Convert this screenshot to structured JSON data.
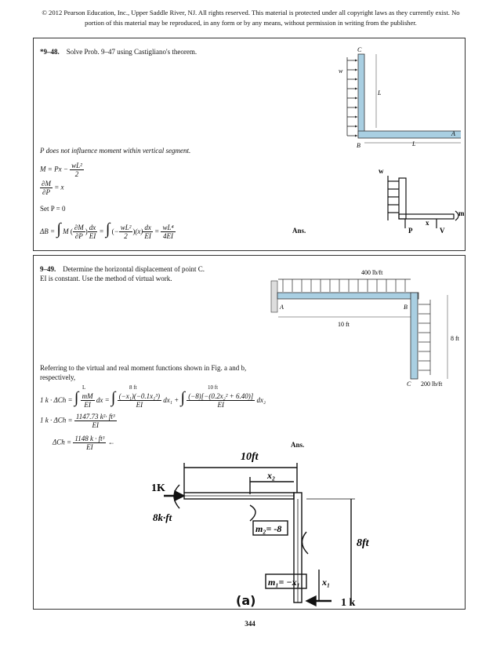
{
  "copyright": "© 2012 Pearson Education, Inc., Upper Saddle River, NJ. All rights reserved. This material is protected under all copyright laws as they currently exist. No portion of this material may be reproduced, in any form or by any means, without permission in writing from the publisher.",
  "p948": {
    "number": "*9–48.",
    "statement": "Solve Prob. 9–47 using Castigliano's theorem.",
    "note": "P does not influence moment within vertical segment.",
    "eq_M_lhs": "M = Px −",
    "eq_M_num": "wL²",
    "eq_M_den": "2",
    "eq_dM_num": "∂M",
    "eq_dM_den": "∂P",
    "eq_dM_rhs": "= x",
    "setP": "Set P = 0",
    "eq_delta_lhs": "ΔB =",
    "eq_delta_int1": "M",
    "eq_delta_mid": "=",
    "eq_delta_res_num": "wL⁴",
    "eq_delta_res_den": "4EI",
    "ans": "Ans.",
    "fig": {
      "label_c": "C",
      "label_w": "w",
      "label_l1": "L",
      "label_a": "A",
      "label_b": "B",
      "label_l2": "L"
    },
    "sketch": {
      "w": "w",
      "x": "x",
      "m": "m",
      "p": "P",
      "v": "V"
    }
  },
  "p949": {
    "number": "9–49.",
    "statement_1": "Determine the horizontal displacement of point C.",
    "statement_2": "EI is constant. Use the method of virtual work.",
    "ref_1": "Referring to the virtual and real moment functions shown in Fig. a and b,",
    "ref_2": "respectively,",
    "eq1_lhs": "1 k · ΔCh =",
    "eq1_int1_num": "mM",
    "eq1_int1_den": "EI",
    "eq1_int1_tail": "dx =",
    "eq1_int2_num": "(−x₁)(−0.1x₁³)",
    "eq1_int2_den": "EI",
    "eq1_int2_tail": "dx₁ +",
    "eq1_int3_num": "(−8)[−(0.2x₂² + 6.40)]",
    "eq1_int3_den": "EI",
    "eq1_int3_tail": "dx₂",
    "eq1_lim1": "L",
    "eq1_lim2": "8 ft",
    "eq1_lim3": "10 ft",
    "eq1_lim0": "0",
    "eq2_lhs": "1 k · ΔCh =",
    "eq2_num": "1147.73 k²· ft³",
    "eq2_den": "EI",
    "eq3_lhs": "ΔCh =",
    "eq3_num": "1148 k · ft³",
    "eq3_den": "EI",
    "eq3_arrow": "←",
    "ans": "Ans.",
    "fig": {
      "load_top": "400 lb/ft",
      "label_a": "A",
      "label_b": "B",
      "len_10": "10 ft",
      "len_8": "8 ft",
      "label_c": "C",
      "load_side": "200 lb/ft"
    },
    "figa": {
      "len_10": "10ft",
      "x2": "x₂",
      "one_k_top": "1K",
      "moment": "8k·ft",
      "m2": "m₂= -8",
      "len_8": "8ft",
      "x1": "x₁",
      "m1": "m₁= −x₁",
      "one_k_bottom": "1 k",
      "caption": "(a)"
    }
  },
  "page_number": "344"
}
